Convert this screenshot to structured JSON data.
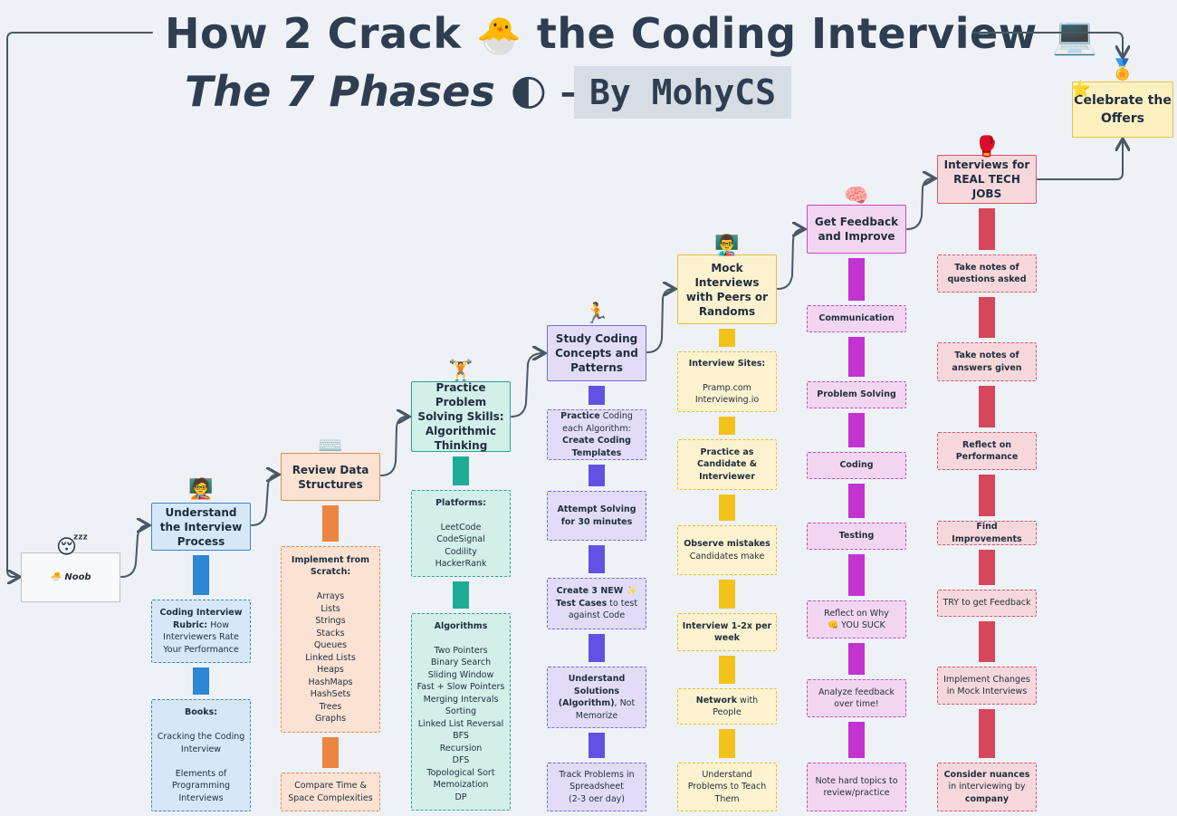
{
  "title": {
    "line1_a": "How 2 Crack ",
    "line1_emoji": "🐣",
    "line1_b": " the Coding Interview ",
    "line1_emoji2": "💻",
    "line2_a": "The 7 Phases ",
    "line2_emoji": "🌓",
    "line2_arrow": " → ",
    "byline": "By MohyCS"
  },
  "start": {
    "label": "🐣 Noob",
    "icon": "😴"
  },
  "finish": {
    "label": "Celebrate the Offers",
    "icon": "🏅",
    "star": "⭐"
  },
  "phases": [
    {
      "id": "phase-1",
      "title": "Understand the Interview Process",
      "icon": "🧑‍🏫",
      "icon_name": "reading-person-icon",
      "fill": "#d6e8f7",
      "border": "#3a86c8",
      "conn": "#2d86d6",
      "items": [
        {
          "rich": [
            [
              "b",
              "Coding Interview Rubric:"
            ],
            [
              "t",
              " How Interviewers Rate Your Performance"
            ]
          ]
        },
        {
          "rich": [
            [
              "b",
              "Books:"
            ],
            [
              "t",
              "\n\nCracking the Coding Interview\n\nElements of Programming Interviews"
            ]
          ]
        }
      ]
    },
    {
      "id": "phase-2",
      "title": "Review Data Structures",
      "icon": "⌨️",
      "icon_name": "keyboard-icon",
      "fill": "#fbe2d3",
      "border": "#e68a4f",
      "conn": "#ec8540",
      "items": [
        {
          "rich": [
            [
              "b",
              "Implement from Scratch:"
            ],
            [
              "t",
              "\n\nArrays\nLists\nStrings\nStacks\nQueues\nLinked Lists\nHeaps\nHashMaps\nHashSets\nTrees\nGraphs"
            ]
          ]
        },
        {
          "rich": [
            [
              "t",
              "Compare Time & Space Complexities"
            ]
          ]
        }
      ]
    },
    {
      "id": "phase-3",
      "title": "Practice Problem Solving Skills: Algorithmic Thinking",
      "icon": "🏋️",
      "icon_name": "weightlifter-icon",
      "fill": "#d3efe9",
      "border": "#27a391",
      "conn": "#1fac96",
      "items": [
        {
          "rich": [
            [
              "b",
              "Platforms:"
            ],
            [
              "t",
              "\n\nLeetCode\nCodeSignal\nCodility\nHackerRank"
            ]
          ]
        },
        {
          "rich": [
            [
              "b",
              "Algorithms"
            ],
            [
              "t",
              "\n\nTwo Pointers\nBinary Search\nSliding Window\nFast + Slow Pointers\nMerging Intervals\nSorting\nLinked List Reversal\nBFS\nRecursion\nDFS\nTopological Sort\nMemoization\nDP"
            ]
          ]
        }
      ]
    },
    {
      "id": "phase-4",
      "title": "Study Coding Concepts and Patterns",
      "icon": "🏃",
      "icon_name": "runner-icon",
      "fill": "#e2dcf8",
      "border": "#7a66d8",
      "conn": "#6152e2",
      "items": [
        {
          "rich": [
            [
              "b",
              "Practice"
            ],
            [
              "t",
              " Coding each Algorithm: "
            ],
            [
              "b",
              "Create Coding Templates"
            ]
          ]
        },
        {
          "rich": [
            [
              "b",
              "Attempt Solving for 30 minutes"
            ]
          ]
        },
        {
          "rich": [
            [
              "b",
              "Create 3 NEW ✨ Test Cases"
            ],
            [
              "t",
              " to test against Code"
            ]
          ]
        },
        {
          "rich": [
            [
              "b",
              "Understand Solutions (Algorithm)"
            ],
            [
              "t",
              ", Not Memorize"
            ]
          ]
        },
        {
          "rich": [
            [
              "t",
              "Track Problems in Spreadsheet\n(2-3 oer day)"
            ]
          ]
        }
      ]
    },
    {
      "id": "phase-5",
      "title": "Mock Interviews with Peers or Randoms",
      "icon": "👨‍🏫",
      "icon_name": "teacher-board-icon",
      "fill": "#fdf2cf",
      "border": "#e2bd3f",
      "conn": "#f4c21d",
      "items": [
        {
          "rich": [
            [
              "b",
              "Interview Sites:"
            ],
            [
              "t",
              "\n\nPramp.com\nInterviewing.io"
            ]
          ]
        },
        {
          "rich": [
            [
              "b",
              "Practice as Candidate & Interviewer"
            ]
          ]
        },
        {
          "rich": [
            [
              "b",
              "Observe mistakes"
            ],
            [
              "t",
              " Candidates make"
            ]
          ]
        },
        {
          "rich": [
            [
              "b",
              "Interview 1-2x per week"
            ]
          ]
        },
        {
          "rich": [
            [
              "b",
              "Network"
            ],
            [
              "t",
              " with People"
            ]
          ]
        },
        {
          "rich": [
            [
              "t",
              "Understand Problems to Teach Them"
            ]
          ]
        }
      ]
    },
    {
      "id": "phase-6",
      "title": "Get Feedback and Improve",
      "icon": "🧠",
      "icon_name": "brain-icon",
      "fill": "#f2d6f1",
      "border": "#c14cc4",
      "conn": "#c233d1",
      "items": [
        {
          "rich": [
            [
              "b",
              "Communication"
            ]
          ]
        },
        {
          "rich": [
            [
              "b",
              "Problem Solving"
            ]
          ]
        },
        {
          "rich": [
            [
              "b",
              "Coding"
            ]
          ]
        },
        {
          "rich": [
            [
              "b",
              "Testing"
            ]
          ]
        },
        {
          "rich": [
            [
              "t",
              "Reflect on Why\n👊 YOU SUCK"
            ]
          ]
        },
        {
          "rich": [
            [
              "t",
              "Analyze feedback over time!"
            ]
          ]
        },
        {
          "rich": [
            [
              "t",
              "Note hard topics to review/practice"
            ]
          ]
        }
      ]
    },
    {
      "id": "phase-7",
      "title": "Interviews for REAL TECH JOBS",
      "icon": "🥊",
      "icon_name": "boxing-glove-icon",
      "fill": "#f6d8dc",
      "border": "#d6576a",
      "conn": "#d6465c",
      "items": [
        {
          "rich": [
            [
              "b",
              "Take notes of questions asked"
            ]
          ]
        },
        {
          "rich": [
            [
              "b",
              "Take notes of answers given"
            ]
          ]
        },
        {
          "rich": [
            [
              "b",
              "Reflect on Performance"
            ]
          ]
        },
        {
          "rich": [
            [
              "b",
              "Find Improvements"
            ]
          ]
        },
        {
          "rich": [
            [
              "t",
              "TRY to get Feedback"
            ]
          ]
        },
        {
          "rich": [
            [
              "t",
              "Implement Changes in Mock Interviews"
            ]
          ]
        },
        {
          "rich": [
            [
              "b",
              "Consider nuances"
            ],
            [
              "t",
              " in interviewing by "
            ],
            [
              "b",
              "company"
            ]
          ]
        }
      ]
    }
  ]
}
